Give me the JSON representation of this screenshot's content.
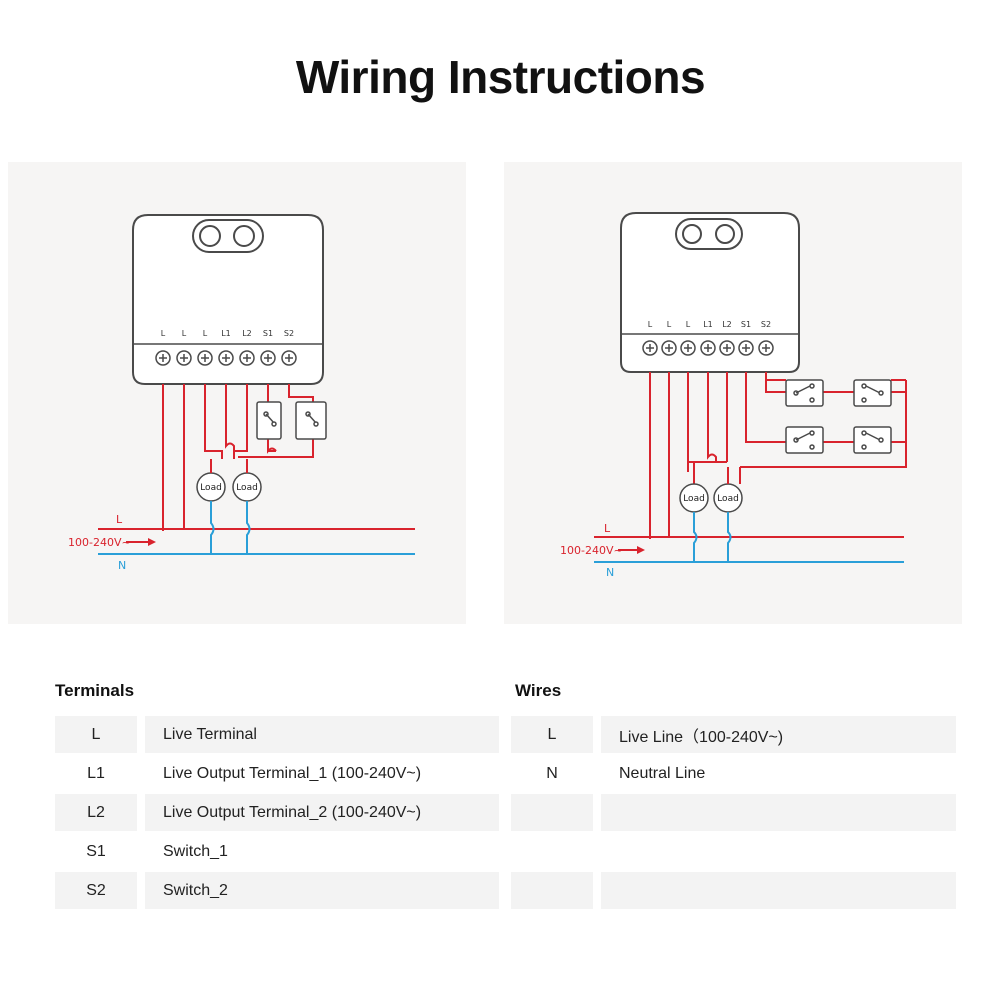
{
  "title": "Wiring Instructions",
  "terminal_labels": [
    "L",
    "L",
    "L",
    "L1",
    "L2",
    "S1",
    "S2"
  ],
  "load_label": "Load",
  "line_label": "L",
  "neutral_label": "N",
  "voltage_label": "100-240V~",
  "colors": {
    "live": "#d9232d",
    "neutral": "#2a9fd8",
    "device": "#4a4a4a"
  },
  "terminals": {
    "title": "Terminals",
    "rows": [
      {
        "key": "L",
        "desc": "Live Terminal"
      },
      {
        "key": "L1",
        "desc": "Live Output Terminal_1 (100-240V~)"
      },
      {
        "key": "L2",
        "desc": "Live Output Terminal_2 (100-240V~)"
      },
      {
        "key": "S1",
        "desc": "Switch_1"
      },
      {
        "key": "S2",
        "desc": "Switch_2"
      }
    ]
  },
  "wires": {
    "title": "Wires",
    "rows": [
      {
        "key": "L",
        "desc": "Live Line（100-240V~)"
      },
      {
        "key": "N",
        "desc": "Neutral Line"
      },
      {
        "key": "",
        "desc": ""
      },
      {
        "key": "",
        "desc": ""
      },
      {
        "key": "",
        "desc": ""
      }
    ]
  }
}
